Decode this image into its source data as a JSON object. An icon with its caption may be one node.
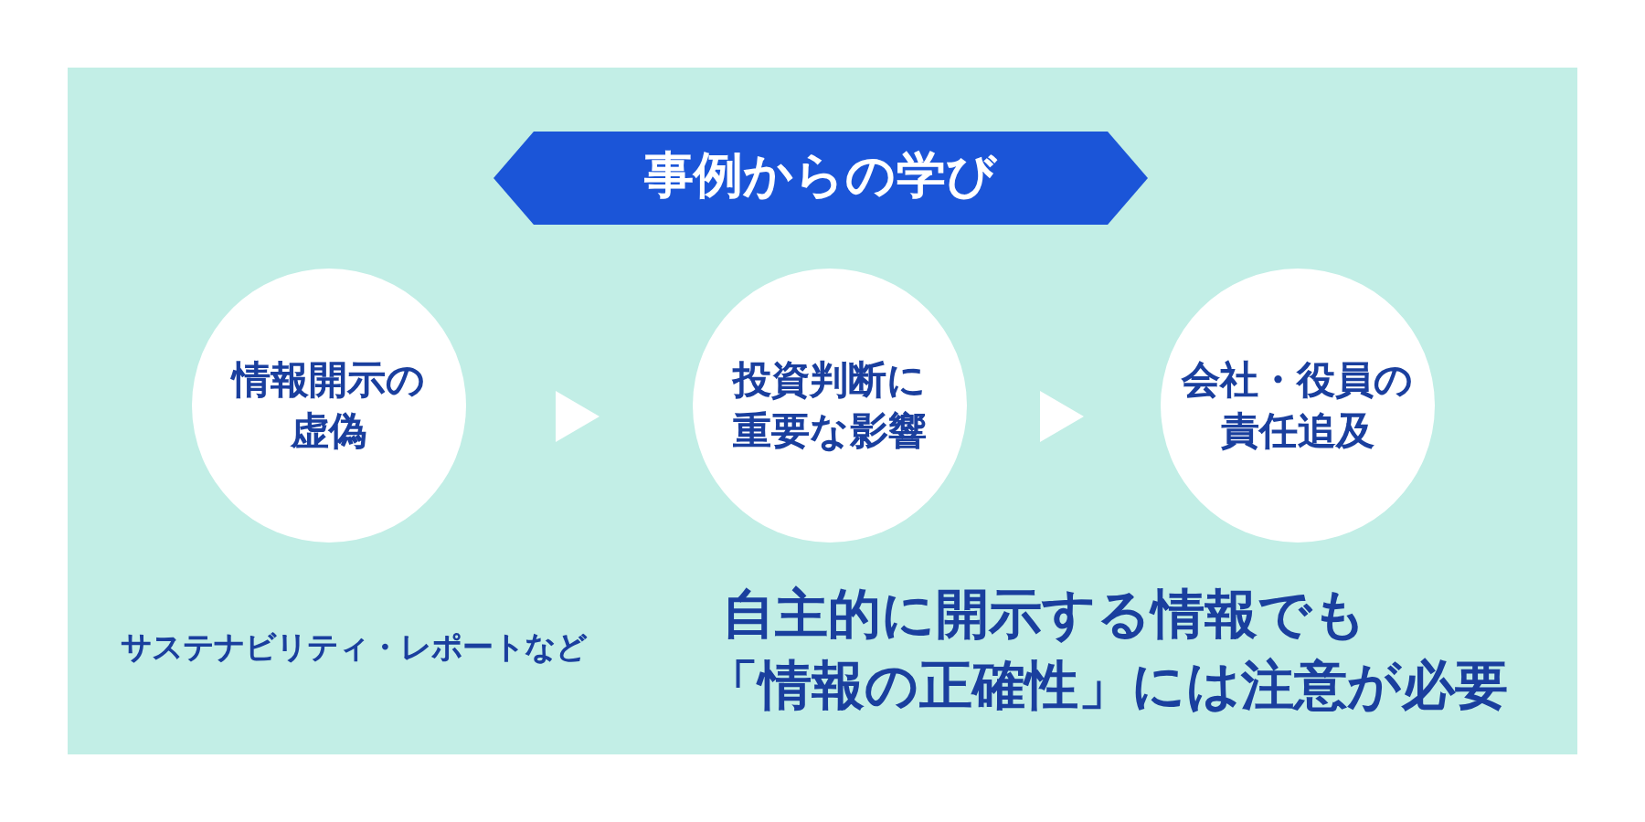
{
  "diagram": {
    "nodes": [
      {
        "text": [
          "事例からの学び"
        ]
      },
      {
        "text": [
          "情報開示の虚偽"
        ]
      },
      {
        "text": [
          "投資判断に重要な影響"
        ]
      },
      {
        "text": [
          "会社・役員の責任追及"
        ]
      }
    ],
    "edges": [
      {
        "from": 1,
        "to": 2,
        "arrow": "to"
      },
      {
        "from": 2,
        "to": 3,
        "arrow": "to"
      }
    ],
    "labels": [
      "サステナビリティ・レポートなど",
      "自主的に開示する情報でも",
      "「情報の正確性」には注意が必要"
    ]
  }
}
